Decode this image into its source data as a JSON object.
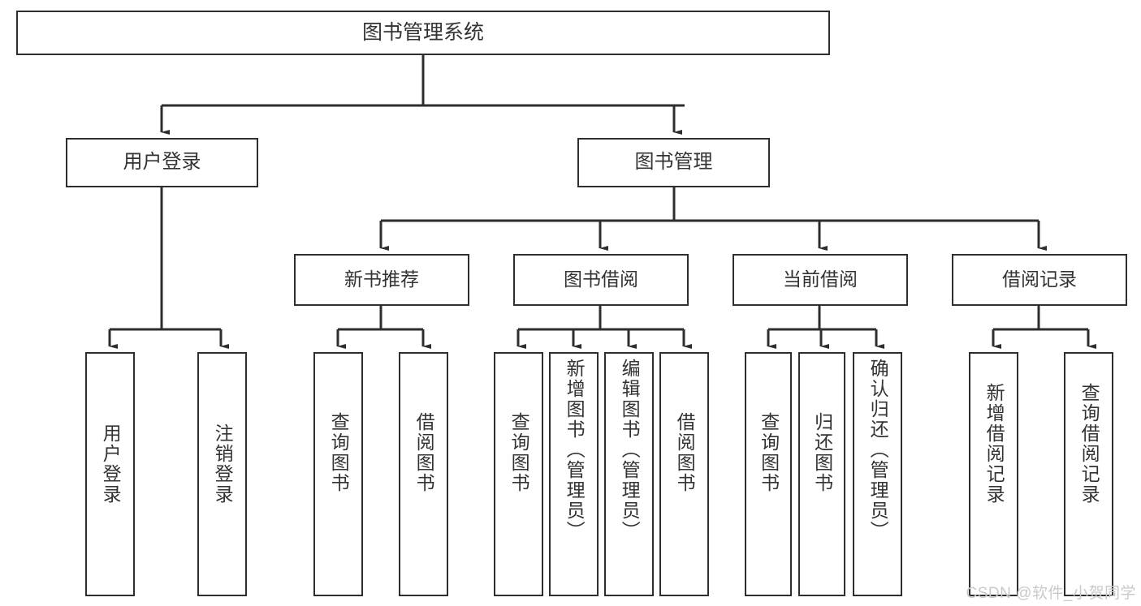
{
  "diagram": {
    "title": "图书管理系统",
    "type": "hierarchy-tree",
    "watermark": "CSDN @软件_小贺同学",
    "colors": {
      "box_border": "#2e2e2e",
      "box_fill": "#ffffff",
      "connector": "#2e2e2e",
      "text": "#333333",
      "watermark": "#c9c9c9"
    },
    "root": {
      "label": "图书管理系统"
    },
    "level1": [
      {
        "label": "用户登录"
      },
      {
        "label": "图书管理"
      }
    ],
    "level2": [
      {
        "label": "新书推荐"
      },
      {
        "label": "图书借阅"
      },
      {
        "label": "当前借阅"
      },
      {
        "label": "借阅记录"
      }
    ],
    "leaves": {
      "user_login": [
        {
          "label": "用户登录"
        },
        {
          "label": "注销登录"
        }
      ],
      "new_book_recommend": [
        {
          "label": "查询图书"
        },
        {
          "label": "借阅图书"
        }
      ],
      "book_borrow": [
        {
          "label": "查询图书"
        },
        {
          "label": "新增图书（管理员）"
        },
        {
          "label": "编辑图书（管理员）"
        },
        {
          "label": "借阅图书"
        }
      ],
      "current_borrow": [
        {
          "label": "查询图书"
        },
        {
          "label": "归还图书"
        },
        {
          "label": "确认归还（管理员）"
        }
      ],
      "borrow_records": [
        {
          "label": "新增借阅记录"
        },
        {
          "label": "查询借阅记录"
        }
      ]
    }
  }
}
